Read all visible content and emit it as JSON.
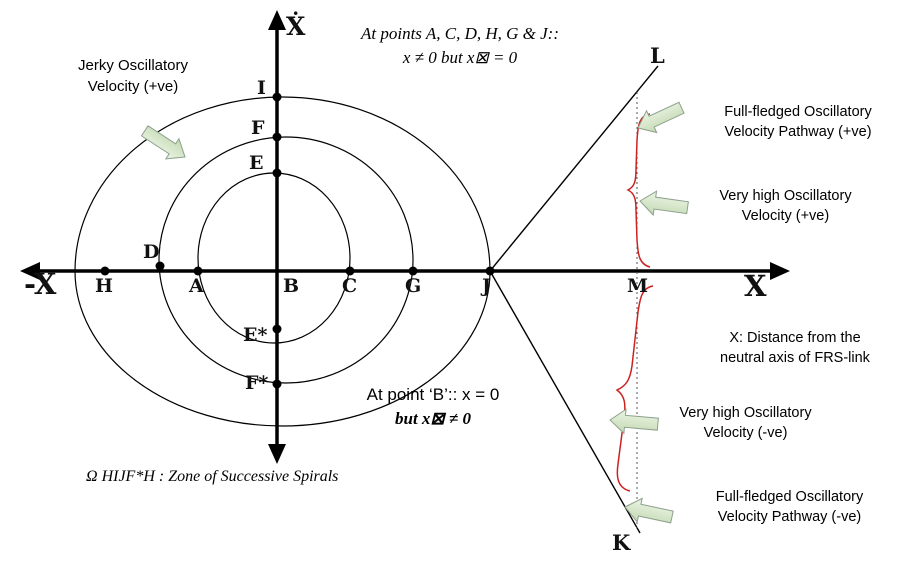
{
  "axes": {
    "y": "Ẋ",
    "x_pos": "X",
    "x_neg": "-X"
  },
  "points": {
    "I": "I",
    "F": "F",
    "E": "E",
    "E_star": "E*",
    "F_star": "F*",
    "H": "H",
    "D": "D",
    "A": "A",
    "B": "B",
    "C": "C",
    "G": "G",
    "J": "J",
    "M": "M",
    "L": "L",
    "K": "K"
  },
  "annotations": {
    "jerky": {
      "line1": "Jerky Oscillatory",
      "line2": "Velocity (+ve)"
    },
    "at_points": {
      "line1": "At points A, C, D, H, G & J::",
      "line2": "x ≠ 0  but  x⊠ = 0"
    },
    "full_pos": {
      "line1": "Full-fledged Oscillatory",
      "line2": "Velocity Pathway (+ve)"
    },
    "very_high_pos": {
      "line1": "Very high Oscillatory",
      "line2": "Velocity (+ve)"
    },
    "x_distance": {
      "line1": "X: Distance from the",
      "line2": "neutral axis of FRS-link"
    },
    "very_high_neg": {
      "line1": "Very high Oscillatory",
      "line2": "Velocity (-ve)"
    },
    "full_neg": {
      "line1": "Full-fledged Oscillatory",
      "line2": "Velocity Pathway (-ve)"
    },
    "at_b": {
      "line1": "At point ‘B’:: x = 0",
      "line2": "but  x⊠ ≠ 0"
    },
    "omega": "Ω HIJF*H :  Zone of Successive Spirals"
  },
  "colors": {
    "brace": "#cc2222",
    "arrow_fill_light": "#ecf5e5",
    "arrow_fill_dark": "#c3d9b2",
    "arrow_stroke": "#8ca08c",
    "curve": "#000000",
    "dashed_line": "#555555"
  }
}
